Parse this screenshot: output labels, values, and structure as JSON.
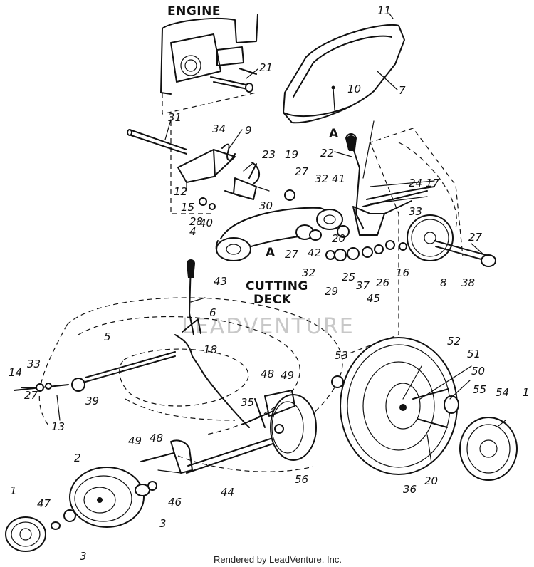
{
  "labels": {
    "engine": "ENGINE",
    "cutting_deck_1": "CUTTING",
    "cutting_deck_2": "DECK",
    "ref_a_top": "A",
    "ref_a_mid": "A"
  },
  "callouts": [
    "11",
    "7",
    "10",
    "21",
    "31",
    "34",
    "9",
    "23",
    "19",
    "27",
    "32",
    "41",
    "22",
    "24",
    "17",
    "12",
    "15",
    "28",
    "30",
    "4",
    "40",
    "20",
    "33",
    "27",
    "42",
    "27",
    "43",
    "32",
    "29",
    "25",
    "37",
    "26",
    "16",
    "45",
    "8",
    "38",
    "6",
    "5",
    "18",
    "14",
    "33",
    "27",
    "39",
    "13",
    "53",
    "52",
    "51",
    "50",
    "55",
    "54",
    "1",
    "48",
    "49",
    "35",
    "49",
    "48",
    "56",
    "44",
    "46",
    "2",
    "3",
    "1",
    "47",
    "3",
    "36",
    "20"
  ],
  "watermark": "LEADVENTURE",
  "credit": "Rendered by LeadVenture, Inc."
}
